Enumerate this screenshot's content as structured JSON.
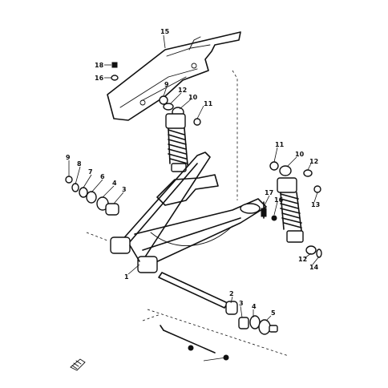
{
  "diagram": {
    "callouts": {
      "chain_guard": "15",
      "guard_bolt": "18",
      "guard_washer": "16",
      "shock_left_nut": "9",
      "shock_left_washer": "12",
      "shock_left_bush": "10",
      "shock_left_cap": "11",
      "shock_right_cap": "11",
      "shock_right_bush": "10",
      "shock_right_washer": "12",
      "shock_right_nut": "13",
      "arm_bolt": "17",
      "arm_bolt_washer": "16",
      "lower_washer": "12",
      "lower_nut": "14",
      "pivot_bolt_head": "9",
      "pivot_washer": "8",
      "pivot_shim": "7",
      "pivot_seal": "6",
      "pivot_collar": "4",
      "pivot_bush": "3",
      "swing_arm": "1",
      "shaft_bush": "2",
      "shaft_collar": "3",
      "shaft_seal": "4",
      "shaft_cap": "5"
    }
  }
}
